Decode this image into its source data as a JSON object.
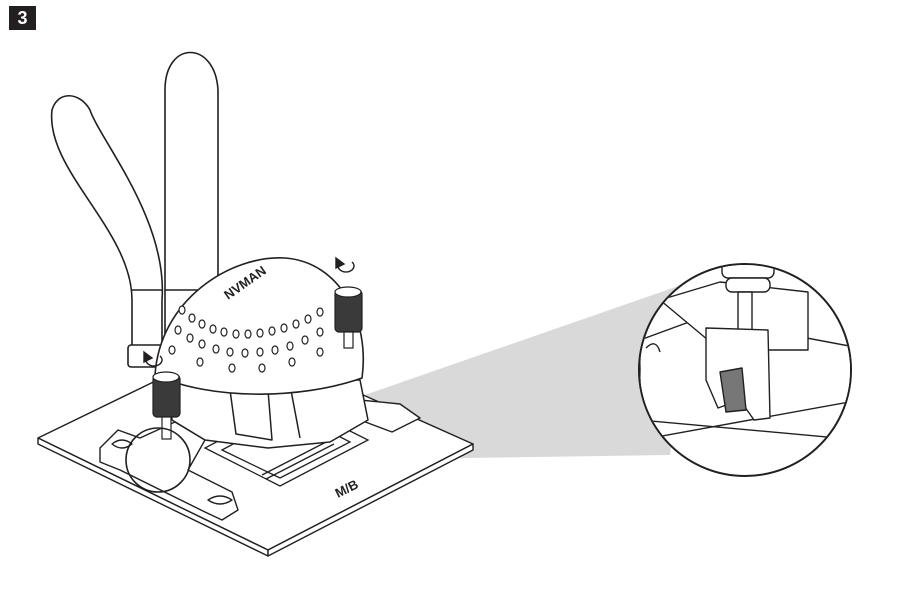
{
  "step": {
    "number": "3"
  },
  "labels": {
    "board": "M/B",
    "brand": "NVMAN"
  },
  "colors": {
    "line": "#231f20",
    "fill": "#ffffff",
    "screw": "#3a3a3a",
    "beam": "#d9d9d9",
    "latch": "#777777"
  },
  "icons": [
    "rotate-arrow-icon",
    "rotate-arrow-icon"
  ]
}
